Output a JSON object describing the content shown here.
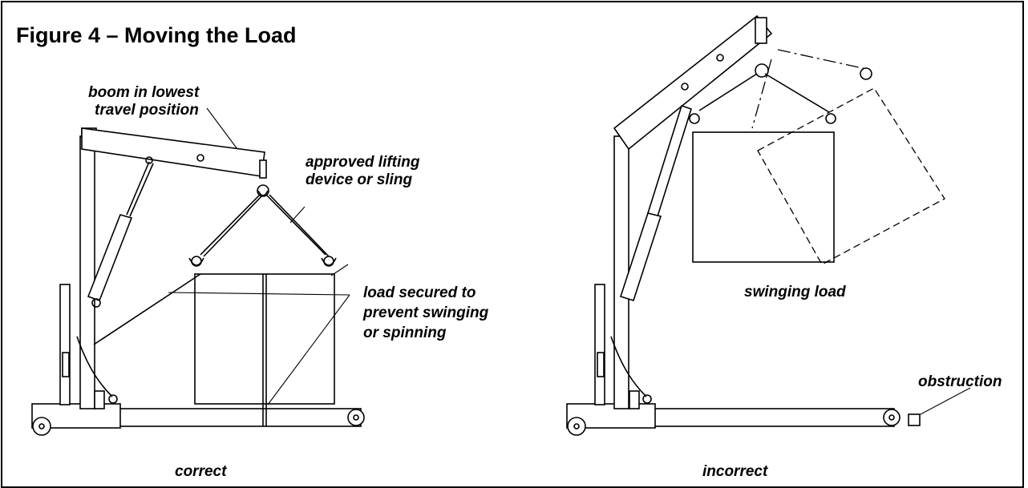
{
  "figure": {
    "title": "Figure 4 – Moving the Load"
  },
  "labels": {
    "boom": [
      "boom in lowest",
      "travel position"
    ],
    "sling": [
      "approved lifting",
      "device or sling"
    ],
    "secured": [
      "load secured to",
      "prevent swinging",
      "or spinning"
    ],
    "swinging": "swinging load",
    "obstruction": "obstruction",
    "correct": "correct",
    "incorrect": "incorrect"
  }
}
